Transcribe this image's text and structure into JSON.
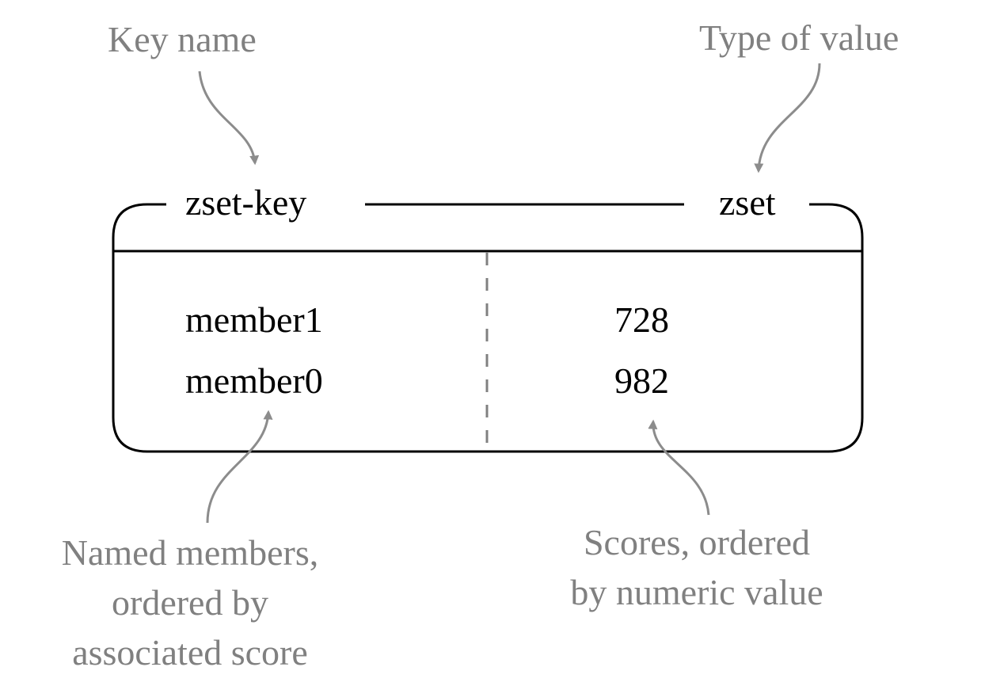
{
  "annotations": {
    "key_name": "Key name",
    "type_of_value": "Type of value",
    "members_note": [
      "Named members,",
      "ordered by",
      "associated score"
    ],
    "scores_note": [
      "Scores, ordered",
      "by numeric value"
    ]
  },
  "key": {
    "name": "zset-key",
    "type": "zset"
  },
  "entries": [
    {
      "member": "member1",
      "score": "728"
    },
    {
      "member": "member0",
      "score": "982"
    }
  ],
  "colors": {
    "annotation": "#808080",
    "structure": "#000000",
    "divider": "#808080"
  }
}
